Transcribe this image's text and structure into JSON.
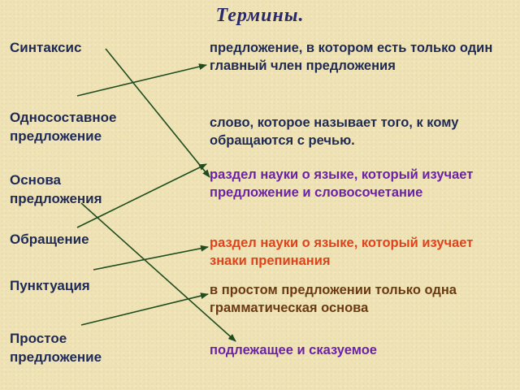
{
  "title": "Термины.",
  "terms": [
    "Синтаксис",
    "Односоставное предложение",
    "Основа предложения",
    "Обращение",
    "Пунктуация",
    "Простое предложение"
  ],
  "definitions": [
    {
      "text": "предложение, в котором есть только один главный член предложения",
      "color": "#1e2a55"
    },
    {
      "text": "слово, которое называет того, к кому обращаются с речью.",
      "color": "#1e2a55"
    },
    {
      "text": "раздел науки о языке, который изучает предложение и словосочетание",
      "color": "#6b21a8"
    },
    {
      "text": "раздел науки о языке, который изучает знаки препинания",
      "color": "#e0421b"
    },
    {
      "text": "в простом предложении только одна грамматическая основа",
      "color": "#6b3a12"
    },
    {
      "text": "подлежащее и сказуемое",
      "color": "#6b21a8"
    }
  ],
  "arrow_color": "#1f4d1f"
}
